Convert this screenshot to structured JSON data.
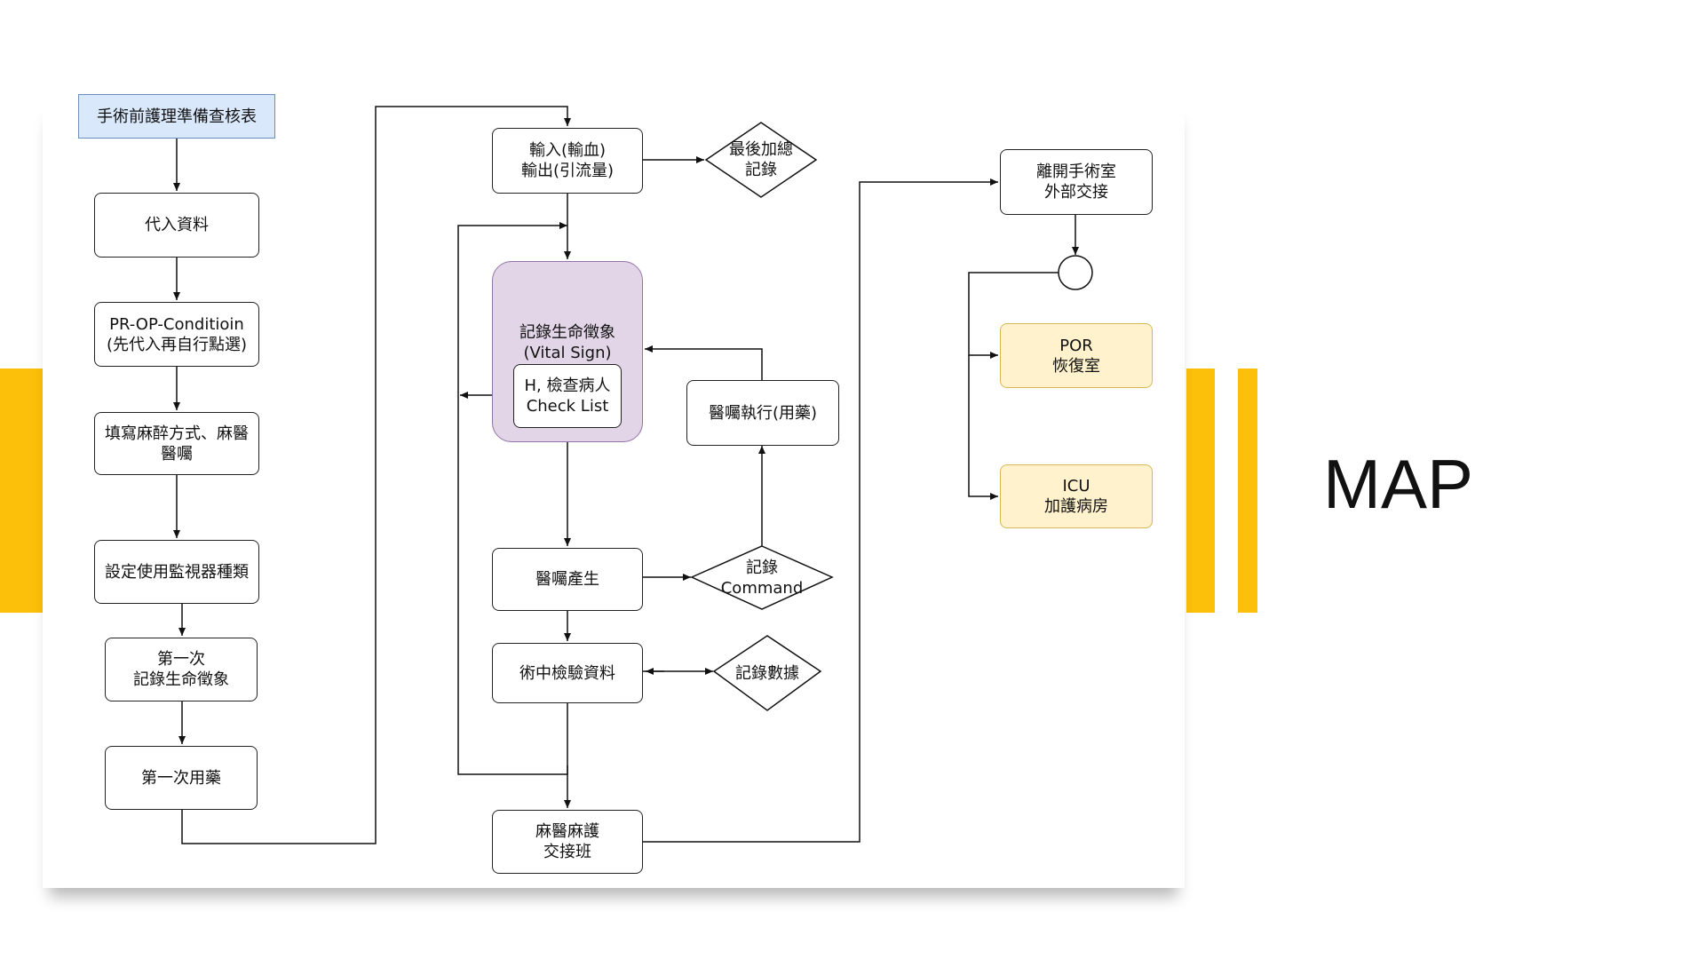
{
  "slide": {
    "title": "MAP",
    "accent_color": "#fcbf0a"
  },
  "diagram": {
    "nodes": {
      "pre_op_checklist": "手術前護理準備查核表",
      "import_data": "代入資料",
      "pr_op_condition": "PR-OP-Conditioin\n(先代入再自行點選)",
      "anesthesia_method": "填寫麻醉方式、麻醫\n醫囑",
      "monitor_type": "設定使用監視器種類",
      "first_vital_sign": "第一次\n記錄生命徵象",
      "first_medication": "第一次用藥",
      "io_record": "輸入(輸血)\n輸出(引流量)",
      "final_total_record": "最後加總\n記錄",
      "vital_sign_record": "記錄生命徵象\n(Vital Sign)",
      "patient_check_list": "H, 檢查病人\nCheck List",
      "order_execution": "醫囑執行(用藥)",
      "order_generated": "醫囑產生",
      "record_command": "記錄\nCommand",
      "intraop_lab_data": "術中檢驗資料",
      "record_data": "記錄數據",
      "anesthesia_handover": "麻醫麻護\n交接班",
      "leave_or_handover": "離開手術室\n外部交接",
      "por_recovery": "POR\n恢復室",
      "icu_ward": "ICU\n加護病房"
    },
    "colors": {
      "checklist_fill": "#dae8fc",
      "vital_sign_fill": "#e1d5e7",
      "destination_fill": "#fff2cc"
    }
  }
}
